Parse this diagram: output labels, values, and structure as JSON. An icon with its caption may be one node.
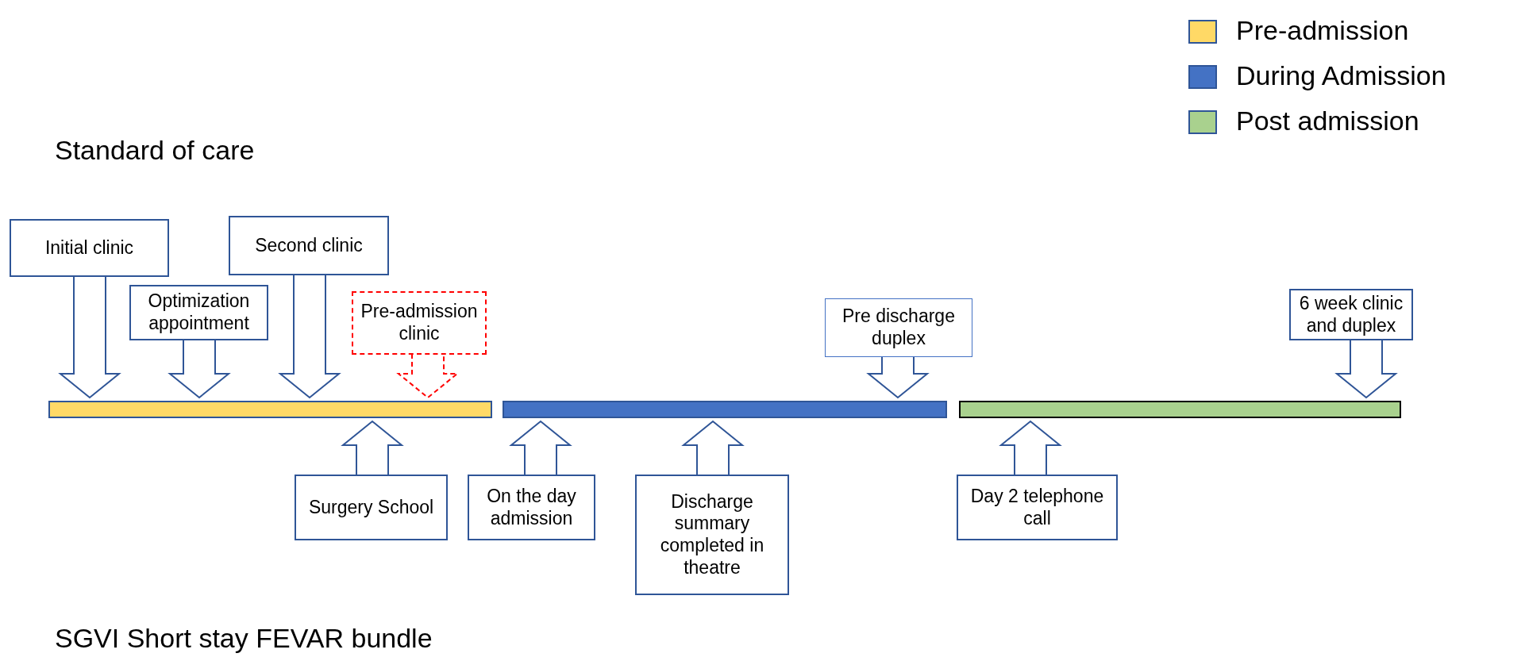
{
  "diagram": {
    "nodes": [
      {
        "text": [
          "Initial clinic"
        ]
      },
      {
        "text": [
          "Optimization appointment"
        ]
      },
      {
        "text": [
          "Second clinic"
        ]
      },
      {
        "text": [
          "Pre-admission clinic"
        ]
      },
      {
        "text": [
          "Pre discharge duplex"
        ]
      },
      {
        "text": [
          "6 week clinic and duplex"
        ]
      },
      {
        "text": [],
        "shape": "bar"
      },
      {
        "text": [],
        "shape": "bar"
      },
      {
        "text": [],
        "shape": "bar"
      },
      {
        "text": [
          "Surgery School"
        ]
      },
      {
        "text": [
          "On the day admission"
        ]
      },
      {
        "text": [
          "Discharge summary completed in theatre"
        ]
      },
      {
        "text": [
          "Day 2 telephone call"
        ]
      }
    ],
    "edges": [
      {
        "from": 0,
        "to": 6,
        "arrow": "to"
      },
      {
        "from": 1,
        "to": 6,
        "arrow": "to"
      },
      {
        "from": 2,
        "to": 6,
        "arrow": "to"
      },
      {
        "from": 3,
        "to": 6,
        "arrow": "to",
        "style": "dashed",
        "color": "#ff0000"
      },
      {
        "from": 4,
        "to": 7,
        "arrow": "to"
      },
      {
        "from": 5,
        "to": 8,
        "arrow": "to"
      },
      {
        "from": 9,
        "to": 6,
        "arrow": "to"
      },
      {
        "from": 10,
        "to": 7,
        "arrow": "to"
      },
      {
        "from": 11,
        "to": 7,
        "arrow": "to"
      },
      {
        "from": 12,
        "to": 8,
        "arrow": "to"
      }
    ],
    "labels": [
      "Standard of care",
      "SGVI Short stay FEVAR bundle"
    ],
    "legend": [
      {
        "text": "Pre-admission",
        "color": "#ffd966"
      },
      {
        "text": "During Admission",
        "color": "#4472c4"
      },
      {
        "text": "Post admission",
        "color": "#a9d18e"
      }
    ]
  }
}
